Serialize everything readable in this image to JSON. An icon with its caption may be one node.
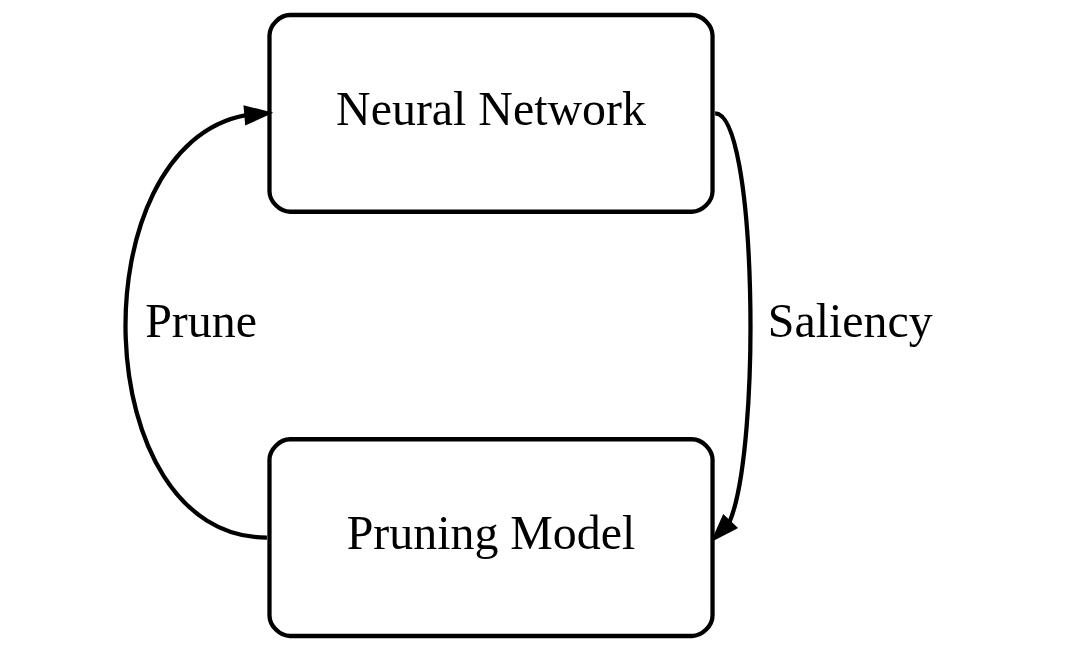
{
  "diagram": {
    "nodes": [
      {
        "text": [
          "Neural Network"
        ]
      },
      {
        "text": [
          "Pruning Model"
        ]
      }
    ],
    "edges": [
      {
        "from": 0,
        "to": 1,
        "arrow": "to",
        "label": "Saliency"
      },
      {
        "from": 1,
        "to": 0,
        "arrow": "to",
        "label": "Prune"
      }
    ]
  }
}
